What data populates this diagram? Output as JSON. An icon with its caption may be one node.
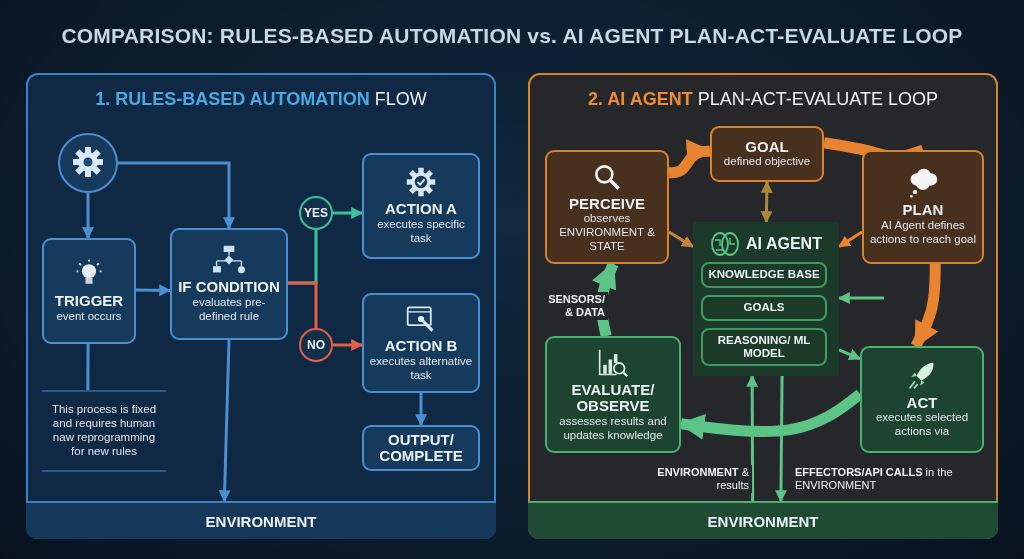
{
  "diagram": {
    "title": "COMPARISON: RULES-BASED AUTOMATION vs. AI AGENT PLAN-ACT-EVALUATE LOOP",
    "nodes": [
      {
        "text": [
          "**1. RULES-BASED AUTOMATION** FLOW"
        ]
      },
      {
        "text": [],
        "shape": "circle",
        "in": 0
      },
      {
        "text": [
          "TRIGGER",
          "event occurs"
        ],
        "in": 0
      },
      {
        "text": [
          "IF CONDITION",
          "evaluates pre-defined rule"
        ],
        "in": 0
      },
      {
        "text": [
          "YES"
        ],
        "in": 0
      },
      {
        "text": [
          "NO"
        ],
        "in": 0
      },
      {
        "text": [
          "ACTION A",
          "executes specific task"
        ],
        "in": 0
      },
      {
        "text": [
          "ACTION B",
          "executes alternative task"
        ],
        "in": 0
      },
      {
        "text": [
          "OUTPUT/ COMPLETE"
        ],
        "in": 0
      },
      {
        "text": [
          "ENVIRONMENT"
        ],
        "in": 0
      },
      {
        "text": [
          "This process is fixed and requires human naw reprogramming for new rules"
        ],
        "in": 0
      },
      {
        "text": [
          "**2. AI AGENT** PLAN-ACT-EVALUATE LOOP"
        ]
      },
      {
        "text": [
          "GOAL",
          "defined objective"
        ],
        "in": 11
      },
      {
        "text": [
          "PERCEIVE",
          "observes ENVIRONMENT & STATE"
        ],
        "in": 11
      },
      {
        "text": [
          "PLAN",
          "AI Agent defines actions to reach goal"
        ],
        "in": 11
      },
      {
        "text": [
          "AI AGENT"
        ],
        "in": 11
      },
      {
        "text": [
          "KNOWLEDGE BASE"
        ],
        "in": 15
      },
      {
        "text": [
          "GOALS"
        ],
        "in": 15
      },
      {
        "text": [
          "REASONING/ ML MODEL"
        ],
        "in": 15
      },
      {
        "text": [
          "EVALUATE/ OBSERVE",
          "assesses results and updates knowledge"
        ],
        "in": 11
      },
      {
        "text": [
          "ACT",
          "executes selected actions via"
        ],
        "in": 11
      },
      {
        "text": [
          "ENVIRONMENT"
        ],
        "in": 11
      }
    ],
    "edges": [
      {
        "from": 1,
        "to": 2,
        "arrow": "to"
      },
      {
        "from": 1,
        "to": 3,
        "arrow": "to"
      },
      {
        "from": 2,
        "to": 3,
        "arrow": "to"
      },
      {
        "from": 3,
        "to": 4,
        "arrow": "none",
        "color": "#3fbf9a"
      },
      {
        "from": 4,
        "to": 6,
        "arrow": "to",
        "color": "#3fbf9a"
      },
      {
        "from": 3,
        "to": 5,
        "arrow": "none",
        "color": "#e0604a"
      },
      {
        "from": 5,
        "to": 7,
        "arrow": "to",
        "color": "#e0604a"
      },
      {
        "from": 7,
        "to": 8,
        "arrow": "to"
      },
      {
        "from": 3,
        "to": 9,
        "arrow": "to"
      },
      {
        "from": 2,
        "to": 10,
        "arrow": "none"
      },
      {
        "from": 13,
        "to": 12,
        "arrow": "to",
        "style": "thick",
        "color": "#e8832f"
      },
      {
        "from": 12,
        "to": 14,
        "arrow": "none",
        "style": "thick",
        "color": "#e8832f"
      },
      {
        "from": 14,
        "to": 20,
        "arrow": "to",
        "style": "thick",
        "color": "#e8832f"
      },
      {
        "from": 12,
        "to": 15,
        "arrow": "both",
        "color": "#a8893a"
      },
      {
        "from": 13,
        "to": 15,
        "arrow": "to",
        "color": "#c9833f"
      },
      {
        "from": 14,
        "to": 15,
        "arrow": "to",
        "color": "#e8832f"
      },
      {
        "from": null,
        "to": 15,
        "arrow": "to",
        "color": "#5cc486"
      },
      {
        "from": 15,
        "to": 20,
        "arrow": "to",
        "color": "#5cc486"
      },
      {
        "from": 20,
        "to": 19,
        "arrow": "to",
        "style": "thick",
        "color": "#5cc486"
      },
      {
        "from": 19,
        "to": 13,
        "arrow": "to",
        "style": "thick",
        "color": "#5cc486",
        "label": "SENSORS/ & DATA"
      },
      {
        "from": 21,
        "to": 15,
        "arrow": "to",
        "color": "#5cc486",
        "label": "**ENVIRONMENT** & results"
      },
      {
        "from": 15,
        "to": 21,
        "arrow": "to",
        "color": "#5cc486",
        "label": "**EFFECTORS/API CALLS** in the ENVIRONMENT"
      }
    ]
  }
}
